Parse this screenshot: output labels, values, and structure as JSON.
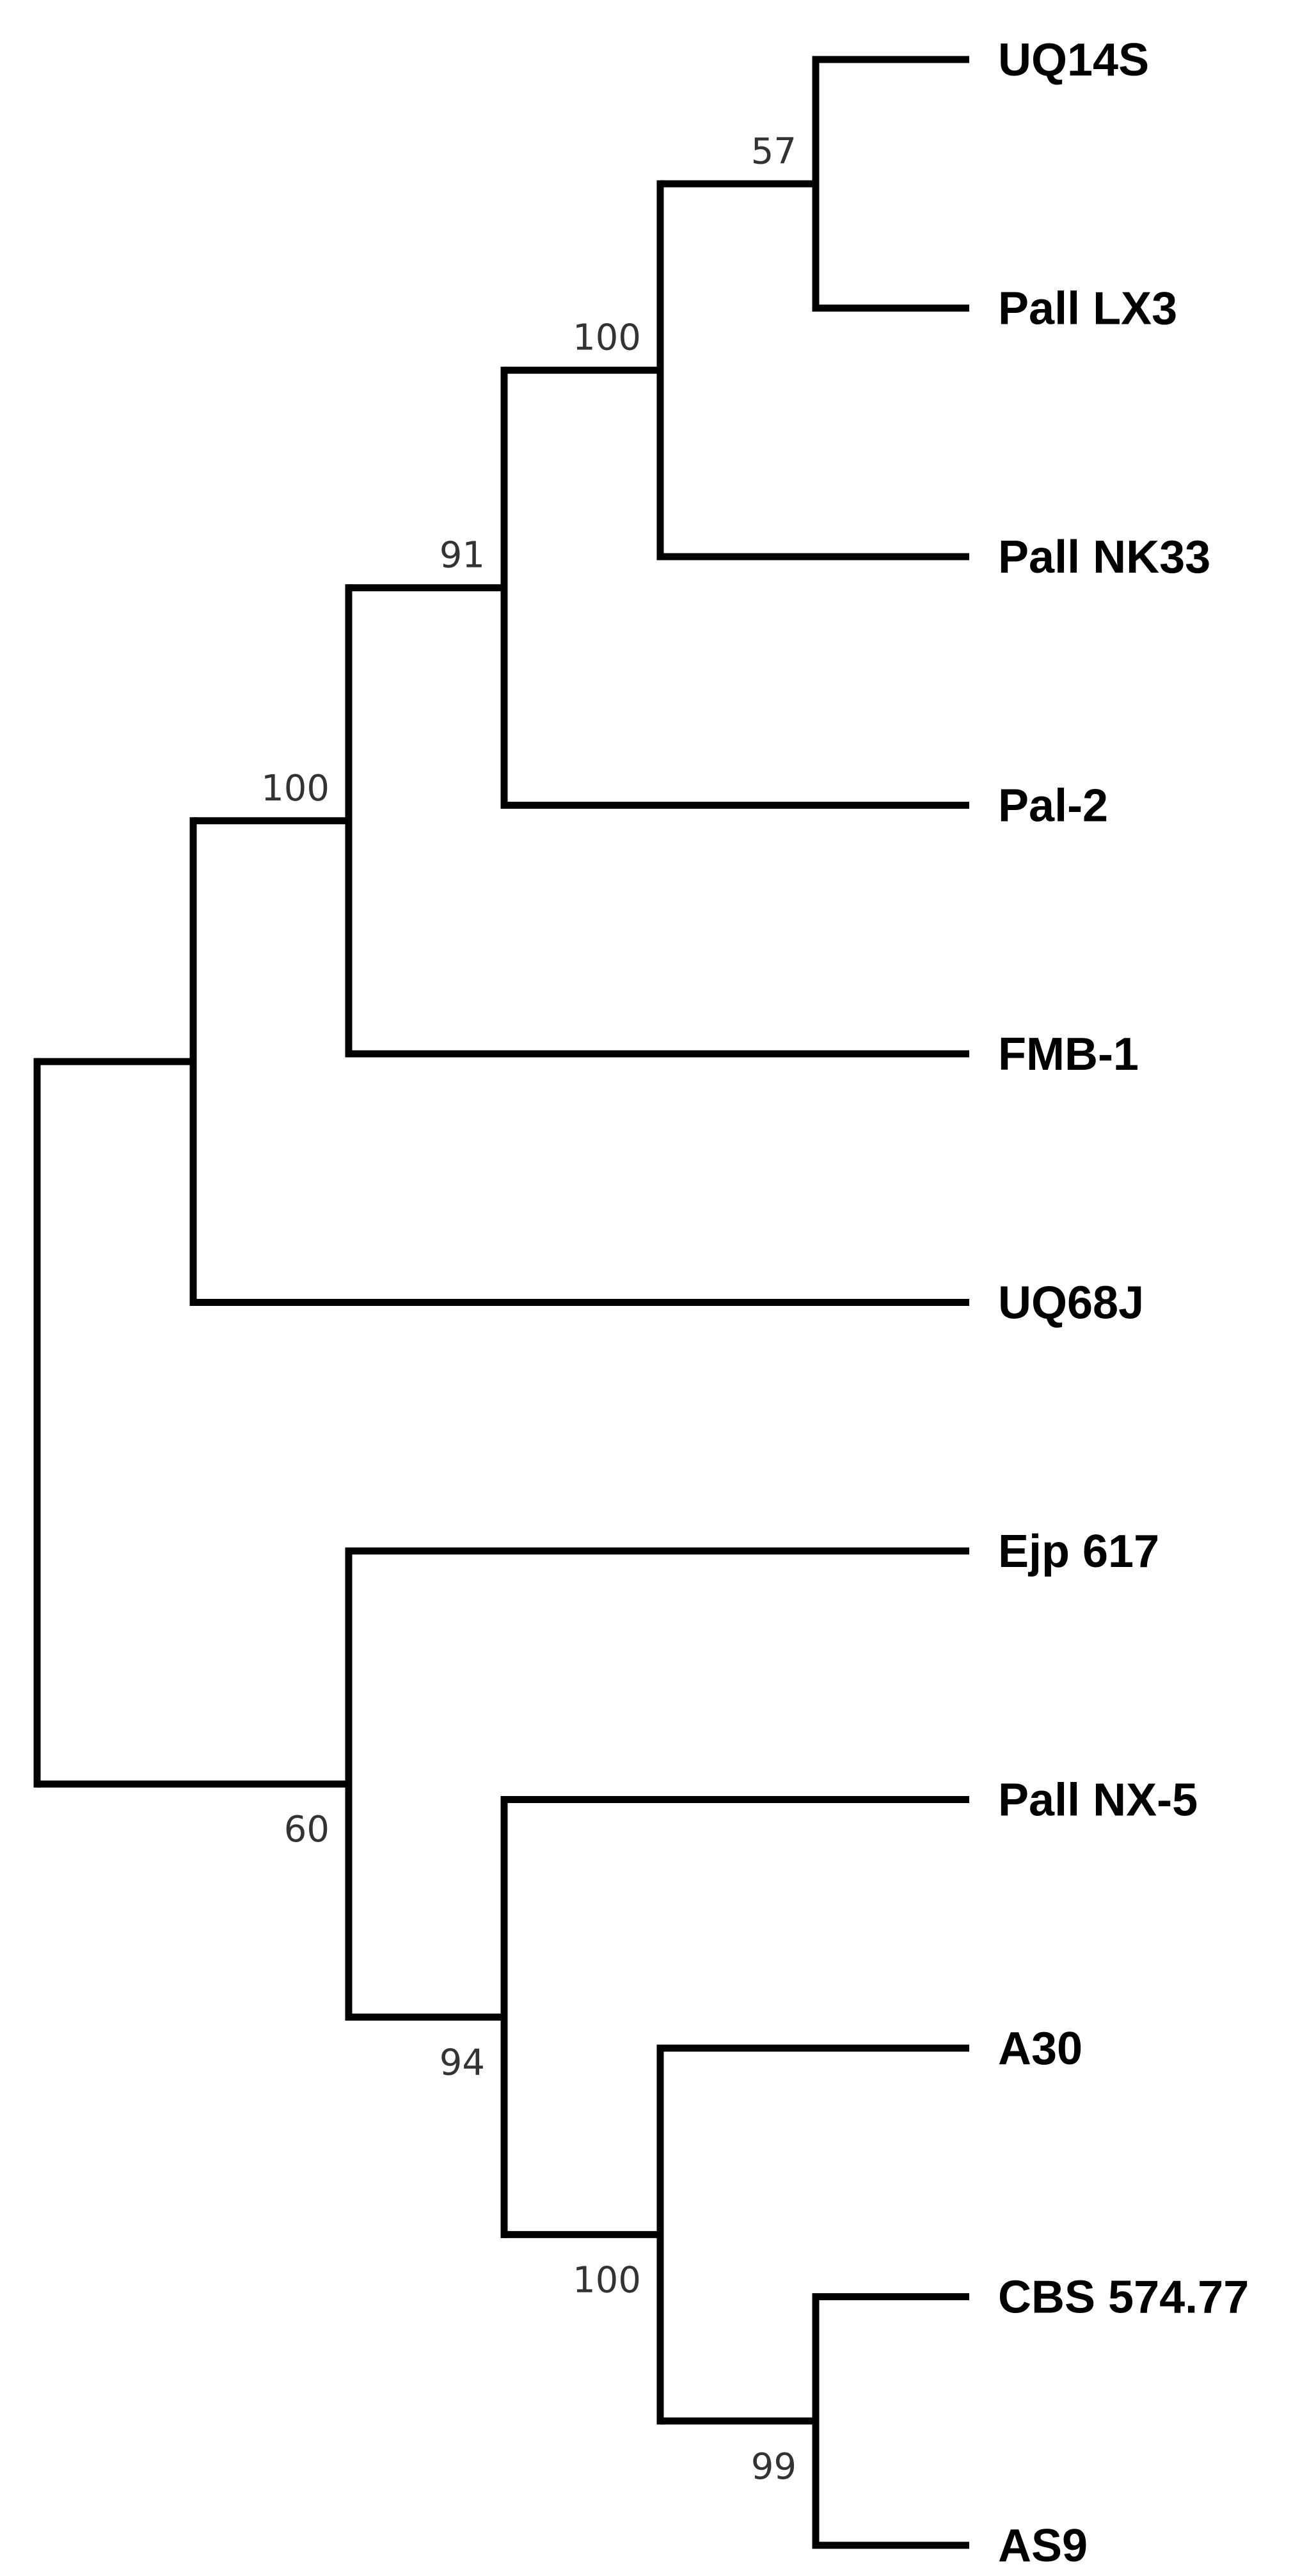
{
  "tree": {
    "type": "phylogenetic-dendrogram",
    "line_color": "#000000",
    "taxa": [
      "UQ14S",
      "Pall LX3",
      "Pall NK33",
      "Pal-2",
      "FMB-1",
      "UQ68J",
      "Ejp 617",
      "Pall NX-5",
      "A30",
      "CBS 574.77",
      "AS9"
    ],
    "clades": [
      {
        "id": "c1",
        "children": [
          "UQ14S",
          "Pall LX3"
        ],
        "support": "57"
      },
      {
        "id": "c2",
        "children": [
          "c1",
          "Pall NK33"
        ],
        "support": "100"
      },
      {
        "id": "c3",
        "children": [
          "c2",
          "Pal-2"
        ],
        "support": "91"
      },
      {
        "id": "c4",
        "children": [
          "c3",
          "FMB-1"
        ],
        "support": "100"
      },
      {
        "id": "c5",
        "children": [
          "c4",
          "UQ68J"
        ],
        "support": ""
      },
      {
        "id": "c6",
        "children": [
          "CBS 574.77",
          "AS9"
        ],
        "support": "99"
      },
      {
        "id": "c7",
        "children": [
          "A30",
          "c6"
        ],
        "support": "100"
      },
      {
        "id": "c8",
        "children": [
          "Pall NX-5",
          "c7"
        ],
        "support": "94"
      },
      {
        "id": "c9",
        "children": [
          "Ejp 617",
          "c8"
        ],
        "support": "60"
      },
      {
        "id": "root",
        "children": [
          "c5",
          "c9"
        ],
        "support": ""
      }
    ]
  }
}
